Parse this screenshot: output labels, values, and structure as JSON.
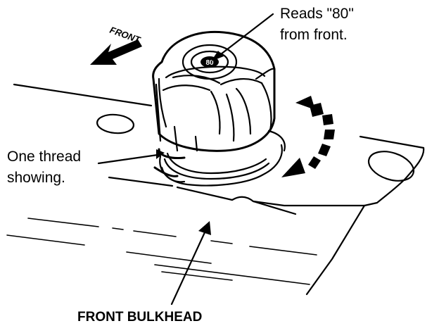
{
  "labels": {
    "reads_line1": "Reads \"80\"",
    "reads_line2": "from front.",
    "thread_line1": "One thread",
    "thread_line2": "showing.",
    "front_bulkhead": "FRONT BULKHEAD",
    "front_arrow": "FRONT"
  },
  "knob_marking": "80",
  "colors": {
    "ink": "#000000",
    "paper": "#ffffff"
  },
  "icons": {
    "front-direction": "arrow-down-left-icon",
    "rotation": "curved-double-arrow-icon"
  }
}
